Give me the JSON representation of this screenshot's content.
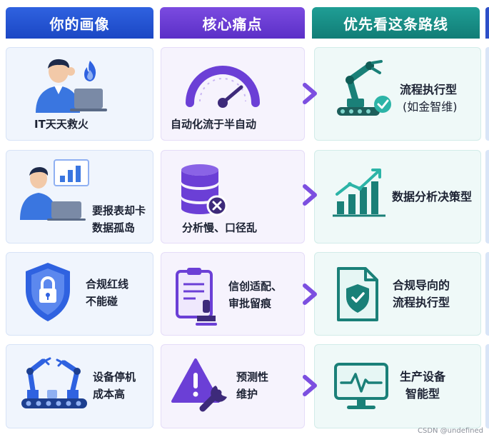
{
  "headers": {
    "col1": "你的画像",
    "col2": "核心痛点",
    "col3": "优先看这条路线"
  },
  "rows": [
    {
      "persona": [
        "IT天天救火"
      ],
      "pain": [
        "自动化流于半自动"
      ],
      "route": [
        "流程执行型",
        "(如金智维)"
      ]
    },
    {
      "persona": [
        "要报表却卡",
        "数据孤岛"
      ],
      "pain": [
        "分析慢、口径乱"
      ],
      "route": [
        "数据分析决策型"
      ]
    },
    {
      "persona": [
        "合规红线",
        "不能碰"
      ],
      "pain": [
        "信创适配、",
        "审批留痕"
      ],
      "route": [
        "合规导向的",
        "流程执行型"
      ]
    },
    {
      "persona": [
        "设备停机",
        "成本高"
      ],
      "pain": [
        "预测性",
        "维护"
      ],
      "route": [
        "生产设备",
        "智能型"
      ]
    }
  ],
  "icons": {
    "row1": [
      "stressed-person-laptop-icon",
      "fire-icon",
      "speedometer-gauge-icon",
      "robot-arm-checkmark-icon"
    ],
    "row2": [
      "person-chart-screen-icon",
      "database-x-icon",
      "bar-chart-rising-icon"
    ],
    "row3": [
      "shield-lock-icon",
      "clipboard-stamp-icon",
      "document-shield-check-icon"
    ],
    "row4": [
      "robot-arms-conveyor-icon",
      "warning-wrench-icon",
      "monitor-heartbeat-icon"
    ]
  },
  "colors": {
    "blue": "#2f62e0",
    "purple": "#6b3fd6",
    "teal": "#14877f",
    "arrow": "#7c4fe0"
  },
  "footer": "CSDN @undefined"
}
